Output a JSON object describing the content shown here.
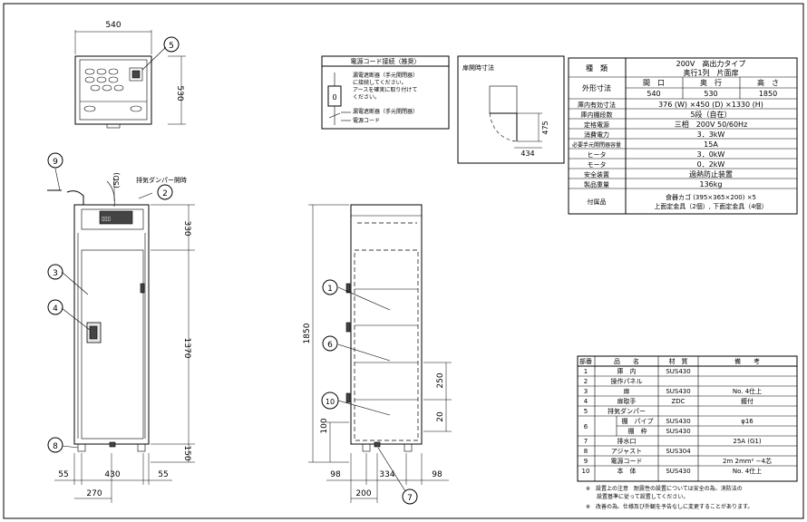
{
  "dims": {
    "top_width": "540",
    "top_depth": "530",
    "front_width": "430",
    "side_margin_left": "55",
    "side_margin_right": "55",
    "door_handle_offset": "270",
    "upper_height": "330",
    "mid_height": "1370",
    "foot_height": "150",
    "damper": "(5D)",
    "side_total_height": "1850",
    "side_shelf_gap": "250",
    "side_shelf_step": "20",
    "side_base": "100",
    "side_left_margin": "98",
    "side_inner_depth": "334",
    "side_right_margin": "98",
    "side_drain_offset": "200"
  },
  "labels": {
    "exhaust_damper_label": "排気ダンパー開時",
    "door_open_title": "扉開時寸法",
    "door_open_h": "475",
    "door_open_w": "434"
  },
  "callouts": [
    "1",
    "2",
    "3",
    "4",
    "5",
    "6",
    "7",
    "8",
    "9",
    "10"
  ],
  "power_note": {
    "title": "電源コード接続（推奨）",
    "lines": [
      "漏電遮断器（手元開閉器）",
      "に接続してください。",
      "アースを確実に取り付けて",
      "ください。"
    ],
    "breaker": "漏電遮断器（手元開閉器）",
    "cord": "電源コード",
    "box_label": "0"
  },
  "specs": {
    "rows": [
      {
        "k": "種　類",
        "v": "200V　高出力タイプ\n奥行1列　片面扉"
      },
      {
        "k": "外形寸法",
        "v": ""
      },
      {
        "k": "庫内有効寸法",
        "v": "376 (W) ×450 (D) ×1330 (H)"
      },
      {
        "k": "庫内棚段数",
        "v": "5段（自在）"
      },
      {
        "k": "定格電源",
        "v": "三相　200V  50/60Hz"
      },
      {
        "k": "消費電力",
        "v": "3．3kW"
      },
      {
        "k": "必要手元開閉器容量",
        "v": "15A"
      },
      {
        "k": "ヒータ",
        "v": "3．0kW"
      },
      {
        "k": "モータ",
        "v": "0．2kW"
      },
      {
        "k": "安全装置",
        "v": "過熱防止装置"
      },
      {
        "k": "製品重量",
        "v": "136kg"
      },
      {
        "k": "付属品",
        "v": "食器カゴ (395×365×200) ×5\n上面定金具（2個）, 下面定金具（4個）"
      }
    ],
    "outer_headers": [
      "間　口",
      "奥　行",
      "高　さ"
    ],
    "outer_values": [
      "540",
      "530",
      "1850"
    ]
  },
  "parts": {
    "headers": [
      "部番",
      "品　　名",
      "材　質",
      "備　　考"
    ],
    "rows": [
      [
        "1",
        "庫　内",
        "SUS430",
        ""
      ],
      [
        "2",
        "操作パネル",
        "",
        ""
      ],
      [
        "3",
        "扉",
        "SUS430",
        "No. 4仕上"
      ],
      [
        "4",
        "扉取手",
        "ZDC",
        "鍍付"
      ],
      [
        "5",
        "排気ダンパー",
        "",
        ""
      ],
      [
        "6a",
        "棚　パイプ",
        "SUS430",
        "φ16"
      ],
      [
        "6b",
        "棚　枠",
        "SUS430",
        ""
      ],
      [
        "7",
        "排水口",
        "",
        "25A (G1)"
      ],
      [
        "8",
        "アジャスト",
        "SUS304",
        ""
      ],
      [
        "9",
        "電源コード",
        "",
        "2m  2mm²  −4芯"
      ],
      [
        "10",
        "本　体",
        "SUS430",
        "No. 4仕上"
      ]
    ],
    "notes": [
      "※　設置上の注意　耐震性の設置については安全の為、消防法の",
      "　　設置基準に従って設置してください。",
      "※　改善の為、仕様及び外観を予告なしに変更することがあります。"
    ]
  }
}
